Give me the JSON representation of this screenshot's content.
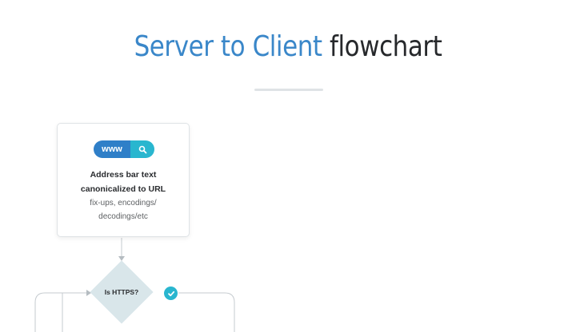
{
  "header": {
    "title_accent": "Server to Client",
    "title_rest": "flowchart"
  },
  "flow": {
    "start_card": {
      "address_pill_text": "www",
      "pill_icon": "search-icon",
      "bold_line1": "Address bar text",
      "bold_line2": "canonicalized to URL",
      "sub_line1": "fix-ups, encodings/",
      "sub_line2": "decodings/etc"
    },
    "decision": {
      "label": "Is HTTPS?",
      "yes_icon": "check-icon"
    }
  },
  "colors": {
    "accent_blue": "#3a87c9",
    "pill_blue": "#2f7fc8",
    "teal": "#29b6cf",
    "diamond_fill": "#d9e6ea",
    "connector_gray": "#c5cbcf"
  }
}
